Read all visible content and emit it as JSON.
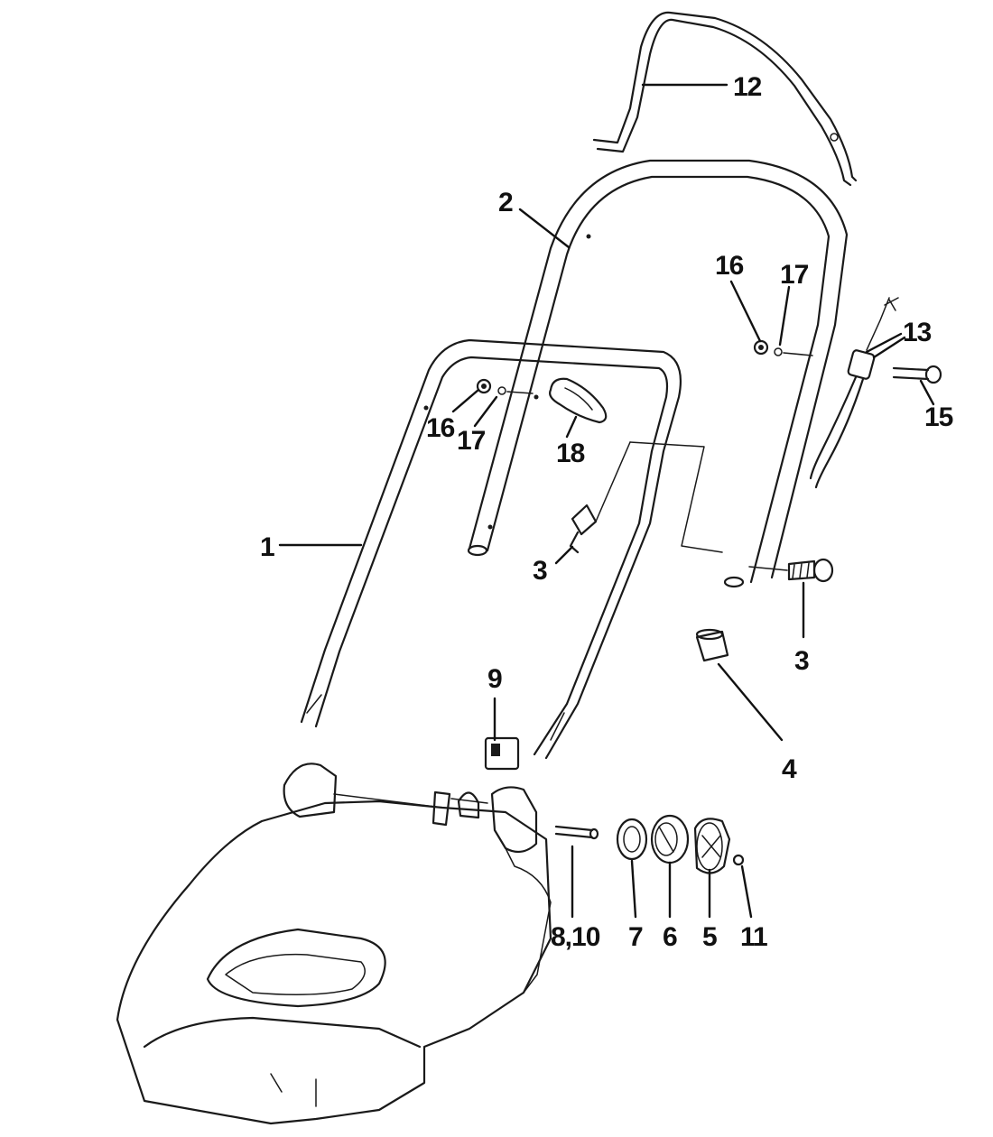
{
  "callouts": {
    "c1": "1",
    "c2": "2",
    "c3a": "3",
    "c3b": "3",
    "c4": "4",
    "c5": "5",
    "c6": "6",
    "c7": "7",
    "c810": "8,10",
    "c9": "9",
    "c11": "11",
    "c12": "12",
    "c13": "13",
    "c15": "15",
    "c16a": "16",
    "c16b": "16",
    "c17a": "17",
    "c17b": "17",
    "c18": "18"
  }
}
